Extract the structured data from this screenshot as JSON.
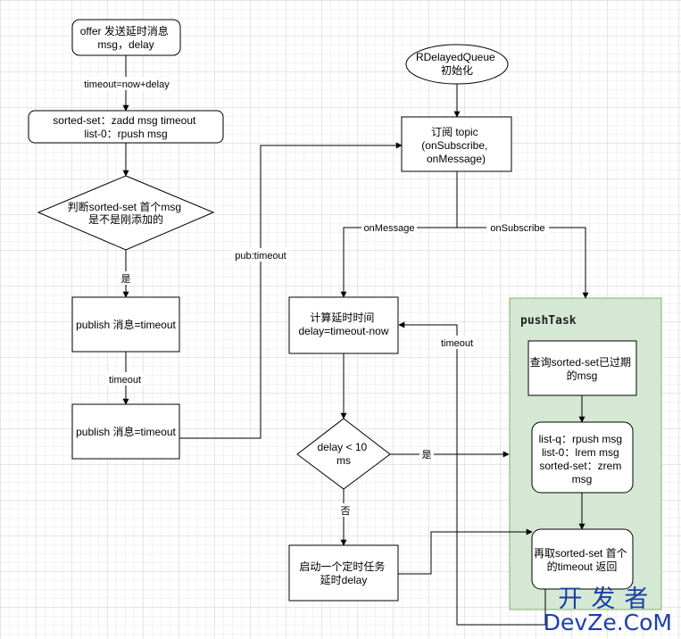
{
  "diagram": {
    "nodes": {
      "offer": [
        "offer 发送延时消息",
        "msg，delay"
      ],
      "sorted_set": [
        "sorted-set：zadd msg timeout",
        "list-0：rpush msg"
      ],
      "judge": [
        "判断sorted-set 首个msg",
        "是不是刚添加的"
      ],
      "publish1": [
        "publish 消息=timeout"
      ],
      "publish2": [
        "publish 消息=timeout"
      ],
      "rdq": [
        "RDelayedQueue",
        "初始化"
      ],
      "subscribe": [
        "订阅 topic",
        "(onSubscribe,",
        "onMessage)"
      ],
      "calc": [
        "计算延时时间",
        "delay=timeout-now"
      ],
      "delay_check": [
        "delay < 10",
        "ms"
      ],
      "timer": [
        "启动一个定时任务",
        "延时delay"
      ],
      "query": [
        "查询sorted-set已过期",
        "的msg"
      ],
      "push_ops": [
        "list-q：rpush msg",
        "list-0：lrem msg",
        "sorted-set：zrem",
        "msg"
      ],
      "refetch": [
        "再取sorted-set 首个",
        "的timeout 返回"
      ]
    },
    "container_title": "pushTask",
    "edge_labels": {
      "timeout_calc": "timeout=now+delay",
      "yes_judge": "是",
      "timeout_pub": "timeout",
      "pub_timeout": "pub:timeout",
      "on_message": "onMessage",
      "on_subscribe": "onSubscribe",
      "yes_delay": "是",
      "no_delay": "否",
      "timeout_loop": "timeout"
    }
  },
  "watermark": {
    "brand_cn": "开发者",
    "brand_en": "DevZe.CoM"
  },
  "colors": {
    "container_fill": "#d5e8d4",
    "container_stroke": "#82b366",
    "logo": "#1c3fa8"
  }
}
